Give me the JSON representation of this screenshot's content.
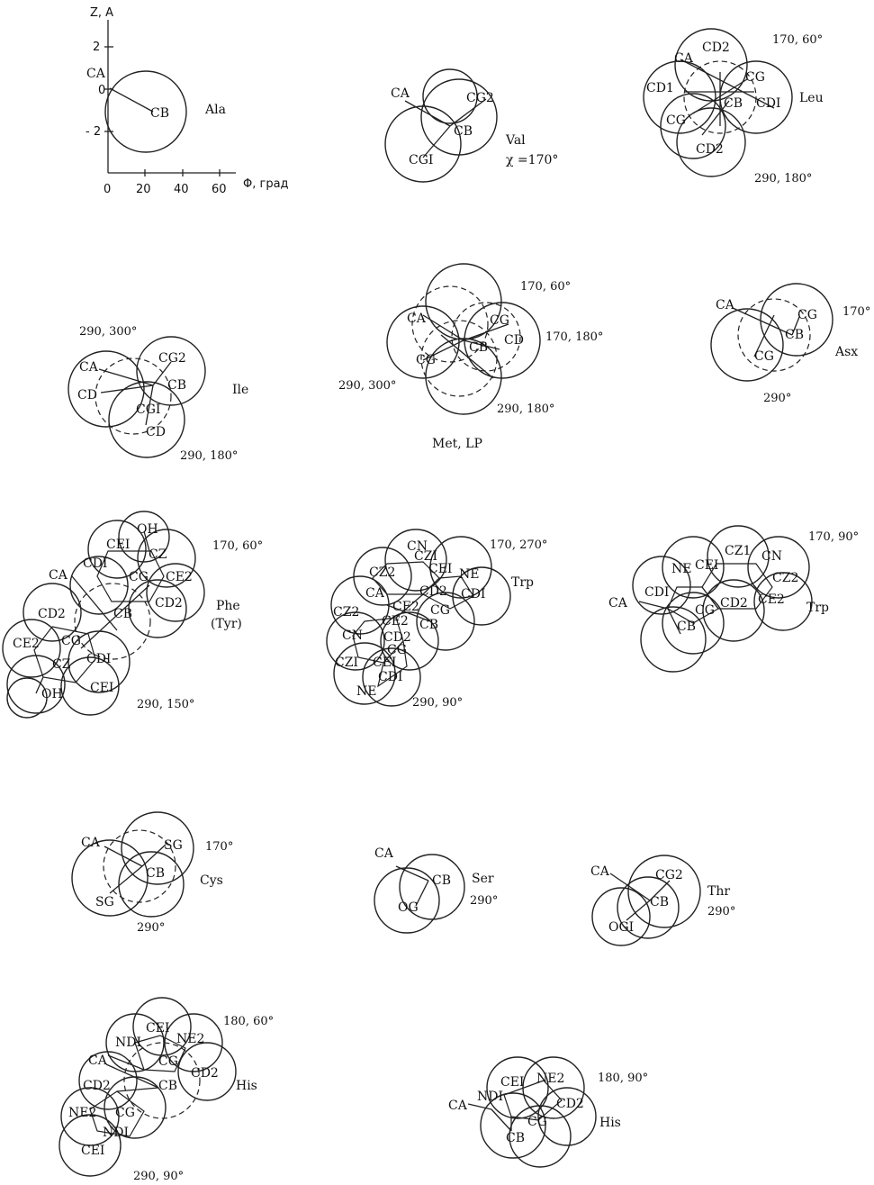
{
  "axes": {
    "y_title": "Z, A",
    "x_title": "Φ, град",
    "y_ticks": [
      "2",
      "0",
      "- 2"
    ],
    "x_ticks": [
      "0",
      "20",
      "40",
      "60"
    ]
  },
  "panels": {
    "ala": {
      "name": "Ala",
      "atoms": [
        "CA",
        "CB"
      ]
    },
    "val": {
      "name": "Val",
      "chi": "χ =170°",
      "atoms": [
        "CA",
        "CG2",
        "CB",
        "CGI"
      ]
    },
    "leu": {
      "name": "Leu",
      "atoms": [
        "CA",
        "CD2",
        "CG",
        "CD1",
        "CB",
        "CDI",
        "CG",
        "CD2"
      ],
      "angles": [
        "170, 60°",
        "290, 180°"
      ]
    },
    "ile": {
      "name": "Ile",
      "atoms": [
        "CA",
        "CG2",
        "CB",
        "CD",
        "CGI",
        "CD"
      ],
      "angles": [
        "290, 300°",
        "290, 180°"
      ]
    },
    "met": {
      "name": "Met, LP",
      "atoms": [
        "CA",
        "CG",
        "CD",
        "CB",
        "CG"
      ],
      "angles": [
        "170, 60°",
        "170, 180°",
        "290, 300°",
        "290, 180°"
      ]
    },
    "asx": {
      "name": "Asx",
      "atoms": [
        "CA",
        "CG",
        "CB",
        "CG"
      ],
      "angles": [
        "170°",
        "290°"
      ]
    },
    "phe": {
      "name": "Phe",
      "name2": "(Tyr)",
      "atoms": [
        "OH",
        "CEI",
        "CZ",
        "CDI",
        "CG",
        "CE2",
        "CA",
        "CD2",
        "CB",
        "CD2",
        "CE2",
        "CG",
        "CDI",
        "CZ",
        "OH",
        "CEI"
      ],
      "angles": [
        "170, 60°",
        "290, 150°"
      ]
    },
    "trp1": {
      "name": "Trp",
      "atoms": [
        "CN",
        "CZI",
        "CZ2",
        "CEI",
        "NE",
        "CA",
        "CD2",
        "CDI",
        "CE2",
        "CG",
        "CZ2",
        "CE2",
        "CB",
        "CN",
        "CD2",
        "CG",
        "CZI",
        "CEI",
        "CDI",
        "NE"
      ],
      "angles": [
        "170, 270°",
        "290, 90°"
      ]
    },
    "trp2": {
      "name": "Trp",
      "atoms": [
        "CZ1",
        "CN",
        "NE",
        "CEI",
        "CDI",
        "CZ2",
        "CA",
        "CG",
        "CD2",
        "CE2",
        "CB"
      ],
      "angles": [
        "170, 90°"
      ]
    },
    "cys": {
      "name": "Cys",
      "atoms": [
        "CA",
        "SG",
        "CB",
        "SG"
      ],
      "angles": [
        "170°",
        "290°"
      ]
    },
    "ser": {
      "name": "Ser",
      "atoms": [
        "CA",
        "CB",
        "OG"
      ],
      "angles": [
        "290°"
      ]
    },
    "thr": {
      "name": "Thr",
      "atoms": [
        "CA",
        "CG2",
        "CB",
        "OGI"
      ],
      "angles": [
        "290°"
      ]
    },
    "his1": {
      "name": "His",
      "atoms": [
        "CEI",
        "NDI",
        "NE2",
        "CA",
        "CG",
        "CD2",
        "CD2",
        "CB",
        "CG",
        "NE2",
        "NDI",
        "CEI"
      ],
      "angles": [
        "180, 60°",
        "290, 90°"
      ]
    },
    "his2": {
      "name": "His",
      "atoms": [
        "CEI",
        "NE2",
        "NDI",
        "CD2",
        "CA",
        "CG",
        "CB"
      ],
      "angles": [
        "180, 90°"
      ]
    }
  }
}
